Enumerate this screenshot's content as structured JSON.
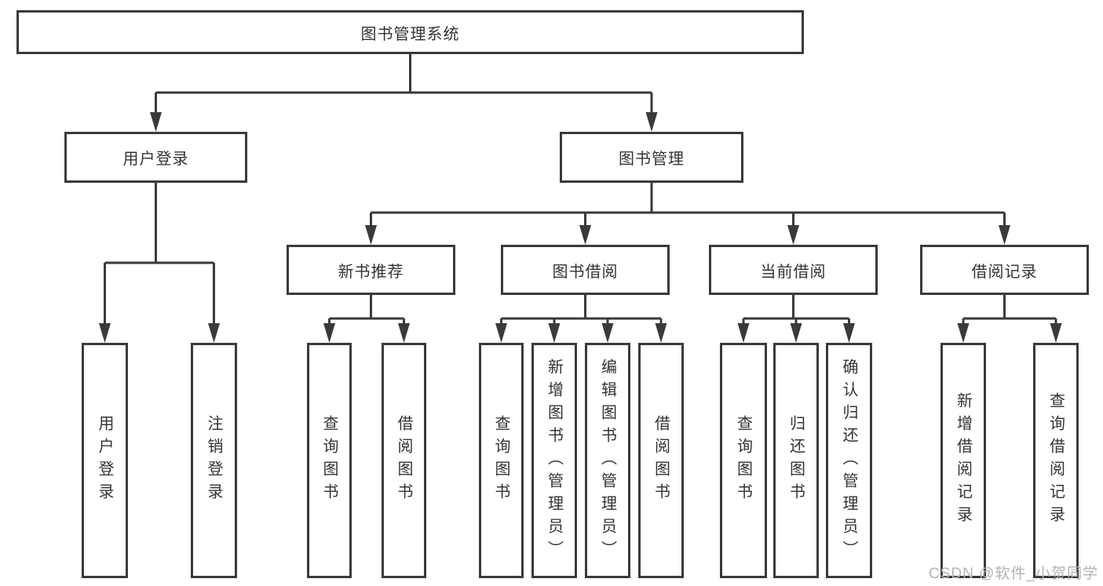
{
  "tree": {
    "root": {
      "label": "图书管理系统",
      "children": [
        {
          "label": "用户登录",
          "children": [
            {
              "label": "用户登录"
            },
            {
              "label": "注销登录"
            }
          ]
        },
        {
          "label": "图书管理",
          "children": [
            {
              "label": "新书推荐",
              "children": [
                {
                  "label": "查询图书"
                },
                {
                  "label": "借阅图书"
                }
              ]
            },
            {
              "label": "图书借阅",
              "children": [
                {
                  "label": "查询图书"
                },
                {
                  "label": "新增图书（管理员）"
                },
                {
                  "label": "编辑图书（管理员）"
                },
                {
                  "label": "借阅图书"
                }
              ]
            },
            {
              "label": "当前借阅",
              "children": [
                {
                  "label": "查询图书"
                },
                {
                  "label": "归还图书"
                },
                {
                  "label": "确认归还（管理员）"
                }
              ]
            },
            {
              "label": "借阅记录",
              "children": [
                {
                  "label": "新增借阅记录"
                },
                {
                  "label": "查询借阅记录"
                }
              ]
            }
          ]
        }
      ]
    }
  },
  "watermark": {
    "text": "CSDN @软件_小贺同学"
  },
  "colors": {
    "line": "#3a3a3a",
    "text": "#333333",
    "background": "#ffffff",
    "watermark": "#b3b3b3"
  }
}
